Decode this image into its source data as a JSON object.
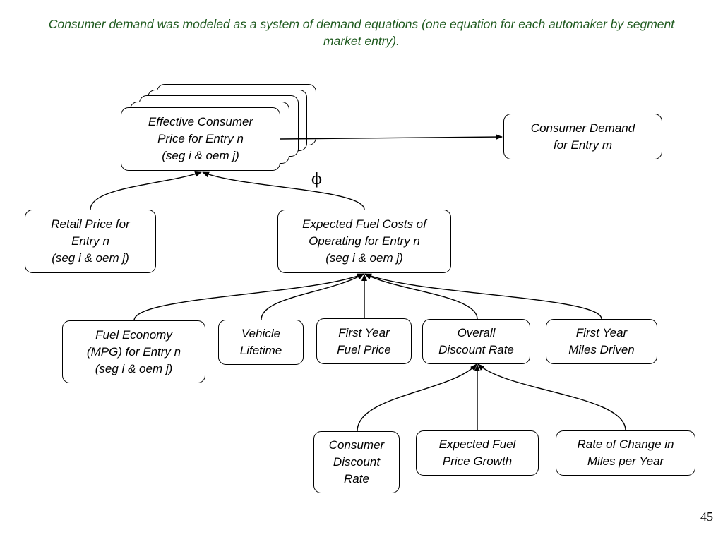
{
  "caption": "Consumer demand was modeled as a system of demand equations (one equation for each automaker by segment market entry).",
  "phi_symbol": "ϕ",
  "page_number": "45",
  "nodes": {
    "effective_price": "Effective Consumer\nPrice for Entry n\n(seg i & oem j)",
    "consumer_demand": "Consumer Demand\nfor Entry m",
    "retail_price": "Retail Price for\nEntry n\n(seg i & oem j)",
    "expected_fuel_costs": "Expected Fuel Costs of\nOperating for Entry n\n(seg i & oem j)",
    "fuel_economy": "Fuel Economy\n(MPG) for Entry n\n(seg i & oem j)",
    "vehicle_lifetime": "Vehicle\nLifetime",
    "first_year_fuel_price": "First Year\nFuel Price",
    "overall_discount_rate": "Overall\nDiscount Rate",
    "first_year_miles": "First Year\nMiles Driven",
    "consumer_discount_rate": "Consumer\nDiscount\nRate",
    "expected_fuel_price_growth": "Expected Fuel\nPrice Growth",
    "rate_of_change_miles": "Rate of Change in\nMiles per Year"
  }
}
